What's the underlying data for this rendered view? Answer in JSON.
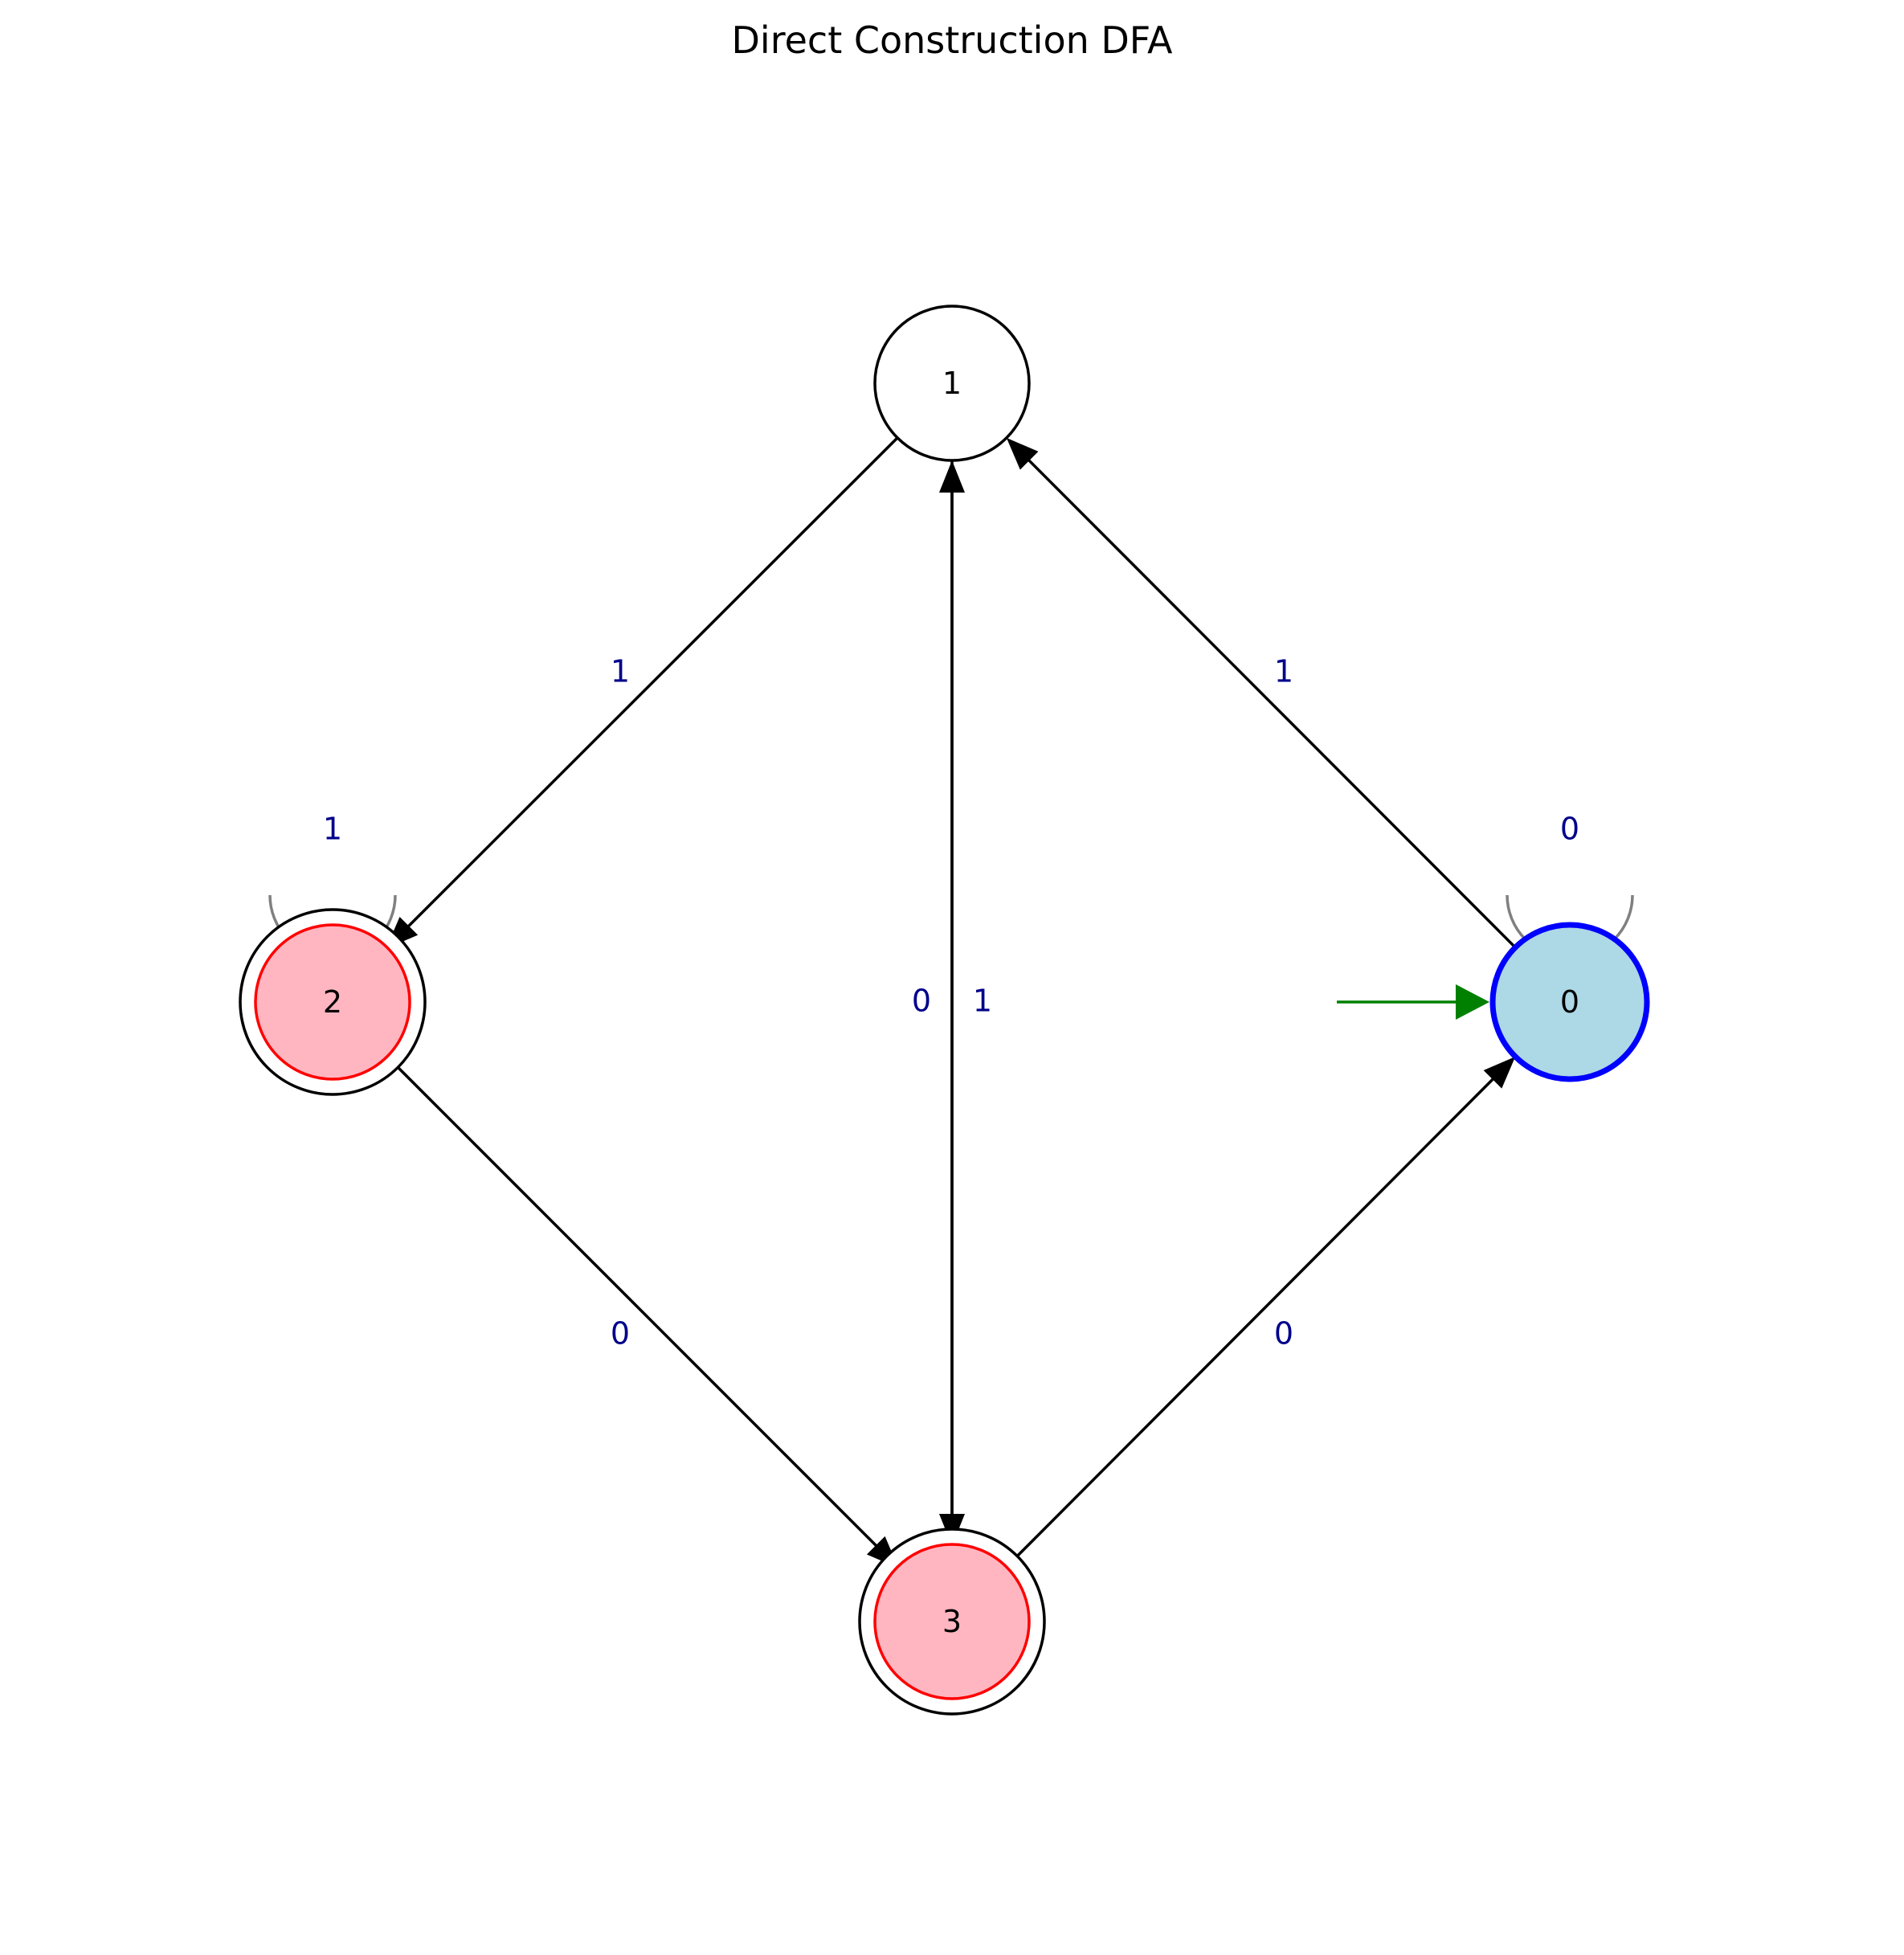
{
  "title": "Direct Construction DFA",
  "start_state": "0",
  "accepting_states": [
    "2",
    "3"
  ],
  "states": [
    {
      "id": "0",
      "label": "0",
      "role": "start",
      "fill": "#add8e6",
      "stroke": "#0000ff"
    },
    {
      "id": "1",
      "label": "1",
      "role": "normal",
      "fill": "#ffffff",
      "stroke": "#000000"
    },
    {
      "id": "2",
      "label": "2",
      "role": "accepting",
      "fill": "#ffb6c1",
      "stroke": "#ff0000"
    },
    {
      "id": "3",
      "label": "3",
      "role": "accepting",
      "fill": "#ffb6c1",
      "stroke": "#ff0000"
    }
  ],
  "transitions": [
    {
      "from": "0",
      "to": "0",
      "symbol": "0"
    },
    {
      "from": "0",
      "to": "1",
      "symbol": "1"
    },
    {
      "from": "1",
      "to": "2",
      "symbol": "1"
    },
    {
      "from": "1",
      "to": "3",
      "symbol": "0"
    },
    {
      "from": "2",
      "to": "2",
      "symbol": "1"
    },
    {
      "from": "2",
      "to": "3",
      "symbol": "0"
    },
    {
      "from": "3",
      "to": "0",
      "symbol": "0"
    },
    {
      "from": "3",
      "to": "1",
      "symbol": "1"
    }
  ],
  "colors": {
    "edge": "#000000",
    "edge_label": "#00008b",
    "self_loop": "#808080",
    "start_arrow": "#008000"
  }
}
